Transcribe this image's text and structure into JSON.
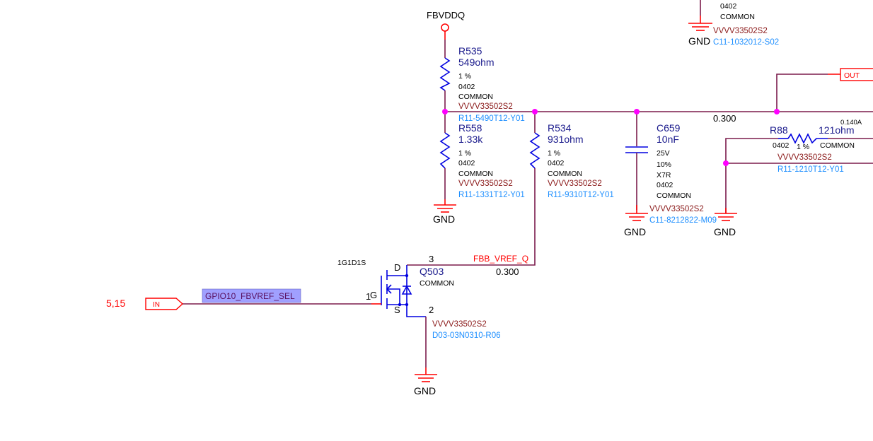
{
  "colors": {
    "wire": "#7b1c4c",
    "component": "#0000e0",
    "pin": "#ff0000",
    "junction": "#ff00ff",
    "part_number": "#8b1a1a",
    "part_code": "#1e8fff",
    "ref": "#1a1a8c",
    "net_label_bg": "#a0a0ff"
  },
  "power": {
    "fbvddq": "FBVDDQ",
    "gnd": "GND"
  },
  "r535": {
    "ref": "R535",
    "value": "549ohm",
    "tol": "1 %",
    "pkg": "0402",
    "grp": "COMMON",
    "pn": "VVVV33502S2",
    "part": "R11-5490T12-Y01"
  },
  "r558": {
    "ref": "R558",
    "value": "1.33k",
    "tol": "1 %",
    "pkg": "0402",
    "grp": "COMMON",
    "pn": "VVVV33502S2",
    "part": "R11-1331T12-Y01"
  },
  "r534": {
    "ref": "R534",
    "value": "931ohm",
    "tol": "1 %",
    "pkg": "0402",
    "grp": "COMMON",
    "pn": "VVVV33502S2",
    "part": "R11-9310T12-Y01"
  },
  "c659": {
    "ref": "C659",
    "value": "10nF",
    "volt": "25V",
    "tol": "10%",
    "diel": "X7R",
    "pkg": "0402",
    "grp": "COMMON",
    "pn": "VVVV33502S2",
    "part": "C11-8212822-M09"
  },
  "r88": {
    "ref": "R88",
    "value": "121ohm",
    "current": "0.140A",
    "pkg": "0402",
    "tol": "1 %",
    "grp": "COMMON",
    "pn": "VVVV33502S2",
    "part": "R11-1210T12-Y01"
  },
  "ctop": {
    "pkg": "0402",
    "grp": "COMMON",
    "pn": "VVVV33502S2",
    "part": "C11-1032012-S02"
  },
  "q503": {
    "ref": "Q503",
    "pinmap": "1G1D1S",
    "grp": "COMMON",
    "pn": "VVVV33502S2",
    "part": "D03-03N0310-R06",
    "pin_d": "D",
    "pin_g": "G",
    "pin_s": "S",
    "pin1": "1",
    "pin2": "2",
    "pin3": "3"
  },
  "nets": {
    "fbb_vref_q": "FBB_VREF_Q",
    "fbb_width": "0.300",
    "main_width": "0.300",
    "gpio": "GPIO10_FBVREF_SEL",
    "in_port": "IN",
    "in_pages": "5,15",
    "out_port": "OUT"
  }
}
